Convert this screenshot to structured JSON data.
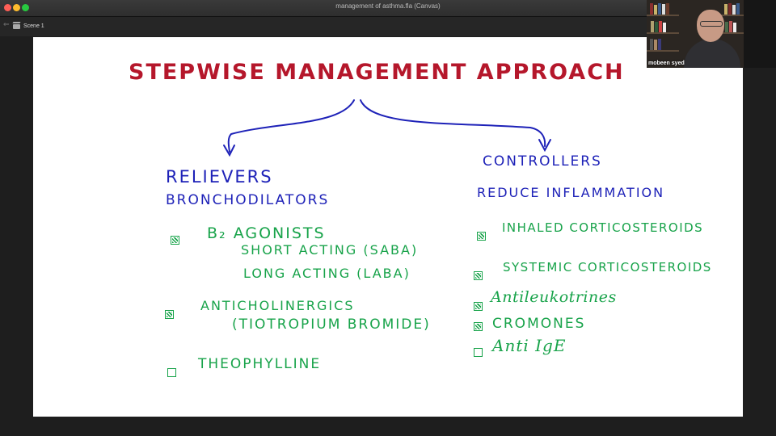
{
  "window": {
    "title": "management of asthma.fla (Canvas)",
    "controls": {
      "close_color": "#fe5f57",
      "minimize_color": "#febc2e",
      "zoom_color": "#28c840"
    }
  },
  "toolbar": {
    "scene_label": "Scene 1",
    "back_glyph": "⇐",
    "scene_icon": "clapperboard-icon"
  },
  "slide": {
    "title": "STEPWISE MANAGEMENT APPROACH",
    "relievers": {
      "heading": "RELIEVERS",
      "subheading": "BRONCHODILATORS",
      "items": [
        {
          "label": "B₂  AGONISTS",
          "checked": true
        },
        {
          "label": "SHORT  ACTING  (SABA)"
        },
        {
          "label": "LONG  ACTING  (LABA)"
        },
        {
          "label": "ANTICHOLINERGICS",
          "checked": true
        },
        {
          "label": "(TIOTROPIUM  BROMIDE)"
        },
        {
          "label": "THEOPHYLLINE",
          "checked": false
        }
      ]
    },
    "controllers": {
      "heading": "CONTROLLERS",
      "subheading": "REDUCE  INFLAMMATION",
      "items": [
        {
          "label": "INHALED  CORTICOSTEROIDS",
          "checked": true
        },
        {
          "label": "SYSTEMIC  CORTICOSTEROIDS",
          "checked": true
        },
        {
          "label": "Antileukotrines",
          "checked": true
        },
        {
          "label": "CROMONES",
          "checked": true
        },
        {
          "label": "Anti  IgE",
          "checked": false
        }
      ]
    },
    "colors": {
      "title": "#b5172b",
      "headings": "#1e22b8",
      "items": "#18a34a"
    }
  },
  "webcam": {
    "name": "mobeen syed"
  }
}
